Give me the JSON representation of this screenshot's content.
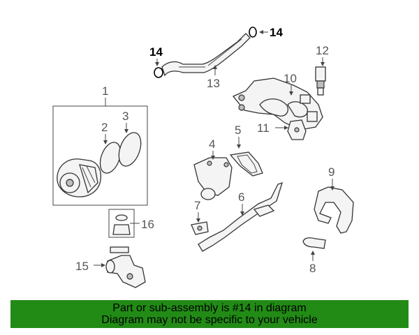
{
  "callouts": {
    "c1": "1",
    "c2": "2",
    "c3": "3",
    "c4": "4",
    "c5": "5",
    "c6": "6",
    "c7": "7",
    "c8": "8",
    "c9": "9",
    "c10": "10",
    "c11": "11",
    "c12": "12",
    "c13": "13",
    "c14a": "14",
    "c14b": "14",
    "c15": "15",
    "c16": "16"
  },
  "highlight_part": "14",
  "colors": {
    "banner_bg": "#228b16",
    "highlight_text": "#000000",
    "callout_text": "#555555"
  },
  "banner": {
    "line1": "Part or sub-assembly is #14 in diagram",
    "line2": "Diagram may not be specific to your vehicle"
  }
}
